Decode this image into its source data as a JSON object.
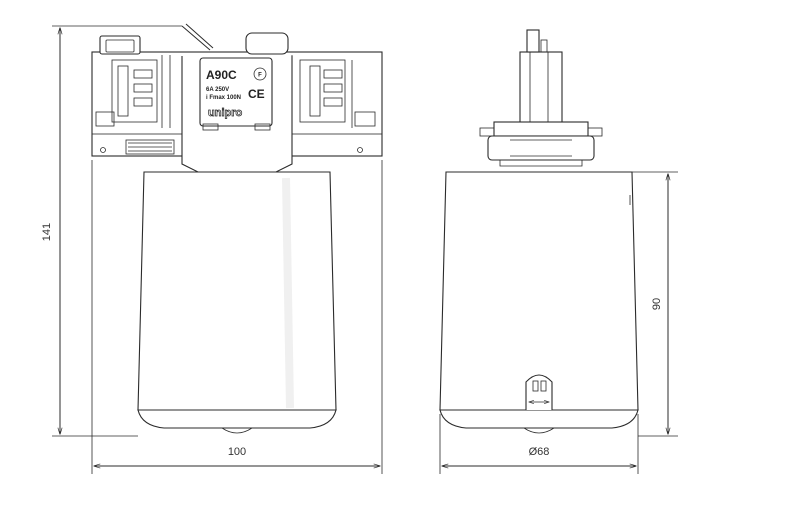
{
  "dimensions": {
    "height_total": "141",
    "height_body": "90",
    "width_front": "100",
    "diameter": "Ø68"
  },
  "label": {
    "model": "A90C",
    "rating": "6A 250V",
    "fmax": "i Fmax 100N",
    "brand": "unipro"
  },
  "colors": {
    "line": "#2b2b2b",
    "background": "#ffffff"
  }
}
